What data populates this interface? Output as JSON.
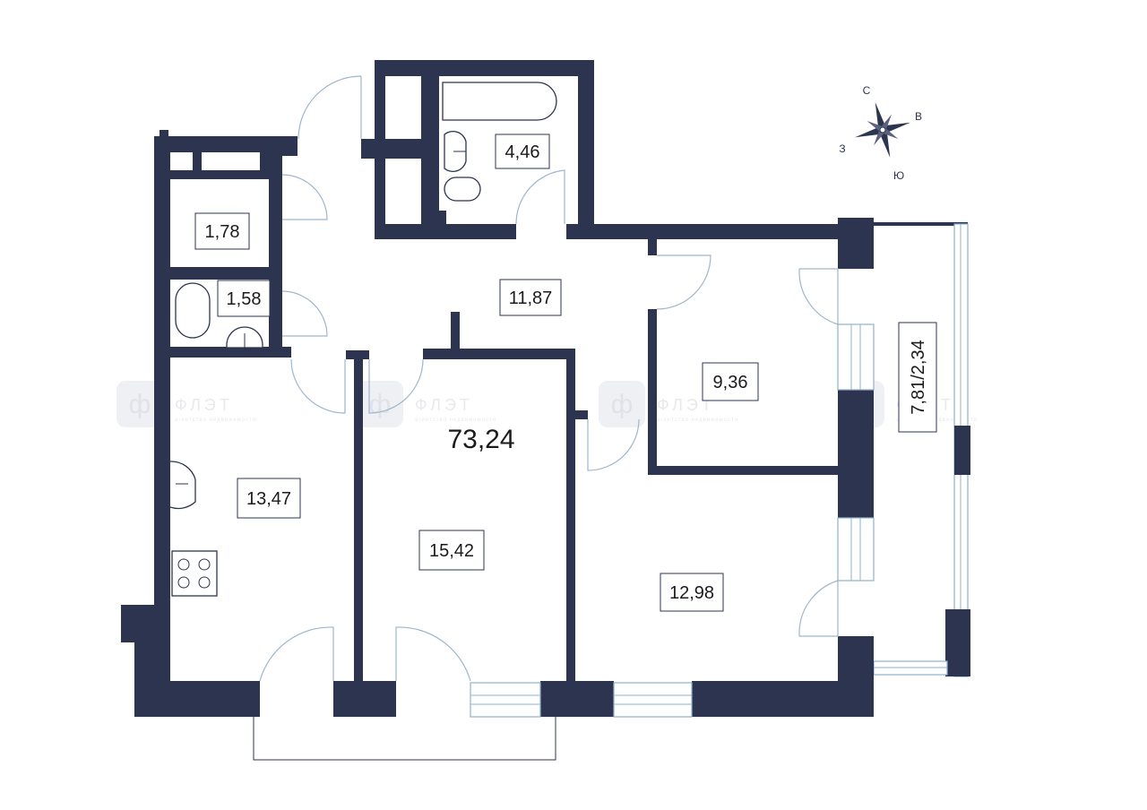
{
  "plan": {
    "total_area": "73,24",
    "rooms": [
      {
        "id": "bathroom",
        "area": "4,46"
      },
      {
        "id": "storage",
        "area": "1,78"
      },
      {
        "id": "toilet",
        "area": "1,58"
      },
      {
        "id": "hallway",
        "area": "11,87"
      },
      {
        "id": "bedroom-small",
        "area": "9,36"
      },
      {
        "id": "kitchen",
        "area": "13,47"
      },
      {
        "id": "living-room",
        "area": "15,42"
      },
      {
        "id": "bedroom-large",
        "area": "12,98"
      },
      {
        "id": "balcony",
        "area": "7,81/2,34"
      }
    ]
  },
  "compass": {
    "north": "С",
    "east": "В",
    "south": "Ю",
    "west": "З"
  },
  "watermark": {
    "brand": "ФЛЭТ",
    "tagline": "агентство недвижимости",
    "logo_glyph": "ф"
  },
  "colors": {
    "wall": "#2d3450",
    "door_arc": "#9fb6cc",
    "window": "#8fb0cc"
  }
}
